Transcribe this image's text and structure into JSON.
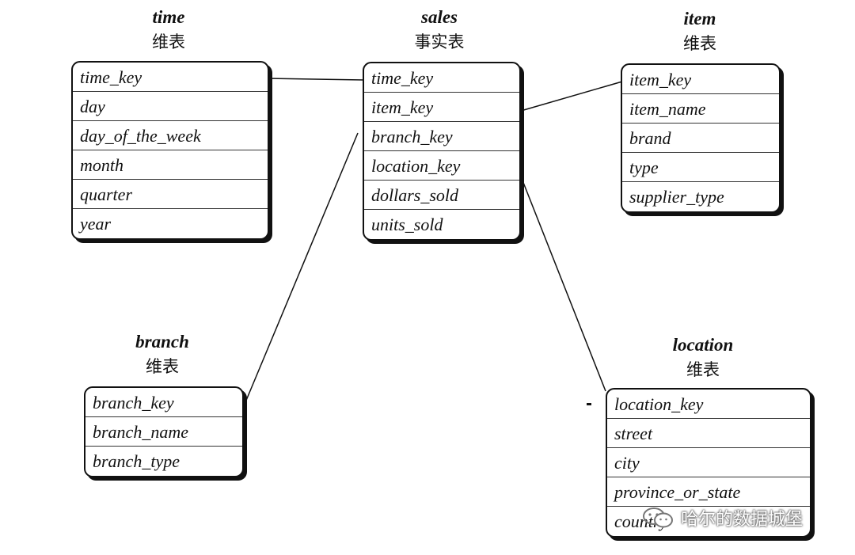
{
  "diagram": {
    "tables": [
      {
        "id": "time",
        "title": "time",
        "subtitle": "维表",
        "fields": [
          "time_key",
          "day",
          "day_of_the_week",
          "month",
          "quarter",
          "year"
        ]
      },
      {
        "id": "sales",
        "title": "sales",
        "subtitle": "事实表",
        "fields": [
          "time_key",
          "item_key",
          "branch_key",
          "location_key",
          "dollars_sold",
          "units_sold"
        ]
      },
      {
        "id": "item",
        "title": "item",
        "subtitle": "维表",
        "fields": [
          "item_key",
          "item_name",
          "brand",
          "type",
          "supplier_type"
        ]
      },
      {
        "id": "branch",
        "title": "branch",
        "subtitle": "维表",
        "fields": [
          "branch_key",
          "branch_name",
          "branch_type"
        ]
      },
      {
        "id": "location",
        "title": "location",
        "subtitle": "维表",
        "fields": [
          "location_key",
          "street",
          "city",
          "province_or_state",
          "country"
        ]
      }
    ],
    "relationships": [
      {
        "from": "time.time_key",
        "to": "sales.time_key"
      },
      {
        "from": "sales.item_key",
        "to": "item.item_key"
      },
      {
        "from": "sales.branch_key",
        "to": "branch.branch_key"
      },
      {
        "from": "sales.location_key",
        "to": "location.location_key"
      }
    ],
    "line_color": "#111111",
    "box_shadow_color": "#111111"
  },
  "watermark": {
    "text": "哈尔的数据城堡",
    "icon": "wechat-icon"
  }
}
